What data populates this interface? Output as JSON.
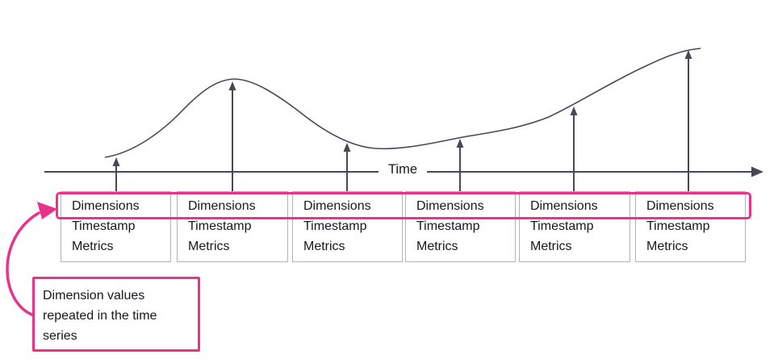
{
  "colors": {
    "accent": "#e9338b",
    "stroke": "#474853",
    "box-border": "#b3b3bc",
    "text": "#17171f"
  },
  "axis": {
    "label": "Time"
  },
  "records": [
    {
      "lines": [
        "Dimensions",
        "Timestamp",
        "Metrics"
      ]
    },
    {
      "lines": [
        "Dimensions",
        "Timestamp",
        "Metrics"
      ]
    },
    {
      "lines": [
        "Dimensions",
        "Timestamp",
        "Metrics"
      ]
    },
    {
      "lines": [
        "Dimensions",
        "Timestamp",
        "Metrics"
      ]
    },
    {
      "lines": [
        "Dimensions",
        "Timestamp",
        "Metrics"
      ]
    },
    {
      "lines": [
        "Dimensions",
        "Timestamp",
        "Metrics"
      ]
    }
  ],
  "callout": {
    "text": "Dimension values repeated in the time series"
  }
}
